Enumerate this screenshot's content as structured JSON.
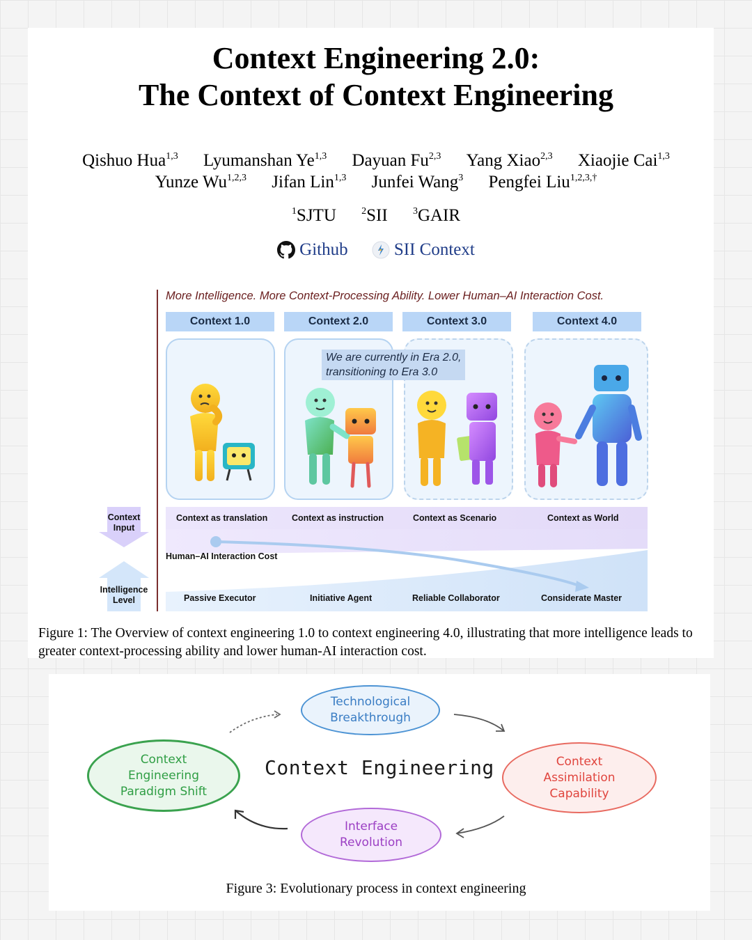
{
  "title": {
    "line1": "Context Engineering 2.0:",
    "line2": "The Context of Context Engineering"
  },
  "authors": [
    {
      "name": "Qishuo Hua",
      "sup": "1,3"
    },
    {
      "name": "Lyumanshan Ye",
      "sup": "1,3"
    },
    {
      "name": "Dayuan Fu",
      "sup": "2,3"
    },
    {
      "name": "Yang Xiao",
      "sup": "2,3"
    },
    {
      "name": "Xiaojie Cai",
      "sup": "1,3"
    },
    {
      "name": "Yunze Wu",
      "sup": "1,2,3"
    },
    {
      "name": "Jifan Lin",
      "sup": "1,3"
    },
    {
      "name": "Junfei Wang",
      "sup": "3"
    },
    {
      "name": "Pengfei Liu",
      "sup": "1,2,3,†"
    }
  ],
  "affiliations": [
    {
      "sup": "1",
      "name": "SJTU"
    },
    {
      "sup": "2",
      "name": "SII"
    },
    {
      "sup": "3",
      "name": "GAIR"
    }
  ],
  "links": {
    "github": "Github",
    "sii": "SII Context"
  },
  "figure1": {
    "banner": "More Intelligence. More Context-Processing Ability. Lower Human–AI Interaction Cost.",
    "eras": [
      "Context 1.0",
      "Context 2.0",
      "Context 3.0",
      "Context 4.0"
    ],
    "note_line1": "We are currently  in Era 2.0,",
    "note_line2": "transitioning to Era 3.0",
    "context_input_label": "Context Input",
    "intelligence_label": "Intelligence Level",
    "context_types": [
      "Context as translation",
      "Context as instruction",
      "Context as Scenario",
      "Context as World"
    ],
    "cost_label": "Human–AI Interaction Cost",
    "agent_levels": [
      "Passive Executor",
      "Initiative Agent",
      "Reliable Collaborator",
      "Considerate Master"
    ],
    "caption": "Figure 1: The Overview of context engineering 1.0 to context engineering 4.0, illustrating that more intelligence leads to greater context-processing ability and lower human-AI interaction cost."
  },
  "figure3": {
    "center": "Context Engineering",
    "nodes": {
      "top": "Technological Breakthrough",
      "right": "Context Assimilation Capability",
      "bottom": "Interface Revolution",
      "left": "Context Engineering Paradigm Shift"
    },
    "caption": "Figure 3: Evolutionary process in context engineering"
  },
  "colors": {
    "link": "#1f3c88",
    "era_header": "#b9d6f7",
    "banner_text": "#6b2020",
    "node_top": "#3a7dc4",
    "node_right": "#e0453e",
    "node_bottom": "#9b3fc3",
    "node_left": "#2f9e44"
  }
}
